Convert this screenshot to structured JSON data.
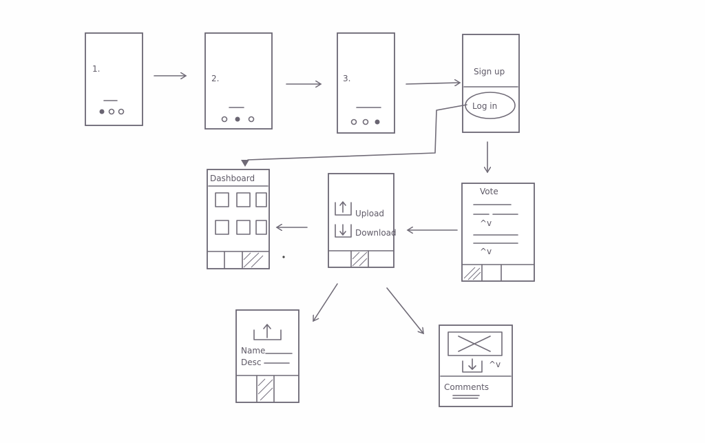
{
  "screens": {
    "onboarding_1": {
      "label": "1."
    },
    "onboarding_2": {
      "label": "2."
    },
    "onboarding_3": {
      "label": "3."
    },
    "auth": {
      "signup": "Sign up",
      "login": "Log in"
    },
    "vote": {
      "title": "Vote",
      "arrows": "^v"
    },
    "transfer": {
      "upload": "Upload",
      "download": "Download"
    },
    "dashboard": {
      "title": "Dashboard"
    },
    "upload_form": {
      "name_label": "Name",
      "desc_label": "Desc"
    },
    "detail": {
      "vote_arrows": "^v",
      "comments_label": "Comments"
    }
  },
  "colors": {
    "pencil": "#6a6572",
    "paper": "#fefefe"
  }
}
